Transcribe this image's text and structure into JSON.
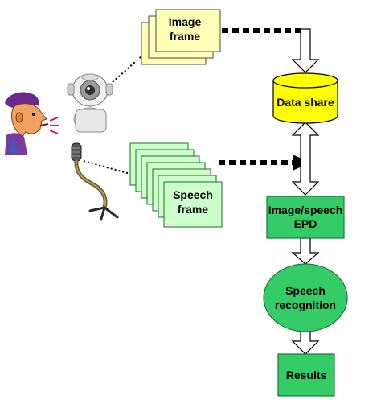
{
  "nodes": {
    "image_frame": {
      "line1": "Image",
      "line2": "frame"
    },
    "data_share": {
      "label": "Data share"
    },
    "speech_frame": {
      "line1": "Speech",
      "line2": "frame"
    },
    "epd": {
      "line1": "Image/speech",
      "line2": "EPD"
    },
    "speech_recognition": {
      "line1": "Speech",
      "line2": "recognition"
    },
    "results": {
      "label": "Results"
    }
  },
  "colors": {
    "image_frame_fill": "#ffffb8",
    "image_frame_border": "#4a4a4a",
    "data_share_fill": "#ffff00",
    "speech_frame_fill": "#ccffcc",
    "speech_frame_border": "#1f6e1f",
    "process_fill": "#33cc66",
    "process_border": "#1a7a3a",
    "arrow_fill": "#ffffff",
    "dotted_line": "#000000"
  },
  "icons": [
    "person-speaking-icon",
    "webcam-icon",
    "microphone-icon"
  ]
}
